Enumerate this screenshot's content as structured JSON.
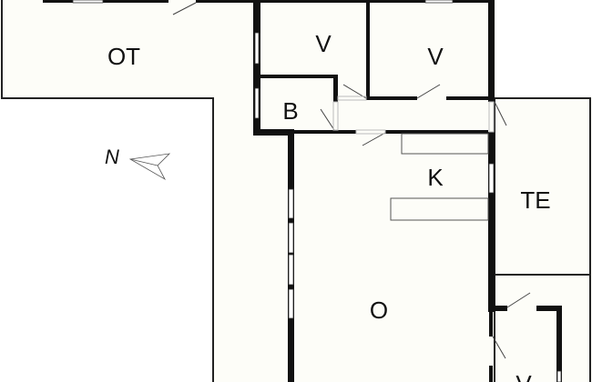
{
  "plan": {
    "rooms": [
      {
        "id": "ot",
        "label": "OT"
      },
      {
        "id": "v1",
        "label": "V"
      },
      {
        "id": "v2",
        "label": "V"
      },
      {
        "id": "b",
        "label": "B"
      },
      {
        "id": "k",
        "label": "K"
      },
      {
        "id": "te",
        "label": "TE"
      },
      {
        "id": "o",
        "label": "O"
      },
      {
        "id": "v3",
        "label": "V"
      }
    ],
    "compass": {
      "label": "N"
    },
    "colors": {
      "wall": "#111111",
      "floor": "#fdfdf8",
      "outside": "#ffffff",
      "line": "#555555"
    }
  }
}
